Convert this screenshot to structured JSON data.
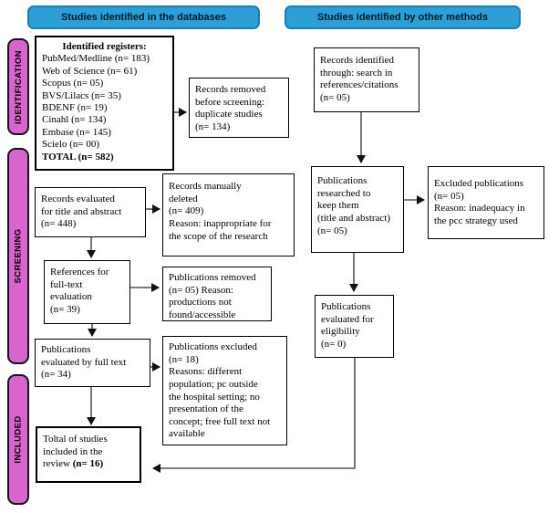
{
  "headers": {
    "databases": "Studies identified in the databases",
    "other_methods": "Studies identified by other methods"
  },
  "sidebar": {
    "identification": "IDENTIFICATION",
    "screening": "SCREENING",
    "included": "INCLUDED"
  },
  "colors": {
    "header_blue": "#2d9fd6",
    "header_blue_border": "#1b7fb2",
    "sidebar_pink": "#d964ce",
    "box_border": "#000000",
    "arrow": "#555555"
  },
  "boxes": {
    "registers": {
      "title": "Identified registers:",
      "lines": [
        "PubMed/Medline (n= 183)",
        "Web of Science (n= 61)",
        "Scopus (n= 05)",
        "BVS/Lilacs (n= 35)",
        "BDENF (n= 19)",
        "Cinahl (n= 134)",
        "Embase (n= 145)",
        "Scielo (n= 00)"
      ],
      "total": "TOTAL (n= 582)"
    },
    "records_removed": {
      "lines": [
        "Records removed",
        "before screening:",
        "duplicate studies",
        "(n= 134)"
      ]
    },
    "records_identified": {
      "lines": [
        "Records identified",
        "through: search in",
        "references/citations",
        "(n= 05)"
      ]
    },
    "records_evaluated": {
      "lines": [
        "Records evaluated",
        "for title and abstract",
        "(n= 448)"
      ]
    },
    "manually_deleted": {
      "lines": [
        "Records manually",
        "deleted",
        "(n= 409)",
        "Reason: inappropriate for",
        "the scope of the research"
      ]
    },
    "references_fulltext": {
      "lines": [
        "References for",
        "full-text",
        "evaluation",
        "(n= 39)"
      ]
    },
    "publications_removed": {
      "lines": [
        "Publications removed",
        "(n= 05) Reason:",
        "productions not",
        "found/accessible"
      ]
    },
    "evaluated_fulltext": {
      "lines": [
        "Publications",
        "evaluated by full text",
        "(n= 34)"
      ]
    },
    "publications_excluded": {
      "lines": [
        "Publications excluded",
        "(n= 18)",
        "Reasons: different",
        "population; pc outside",
        "the hospital setting; no",
        "presentation of the",
        "concept; free full text not",
        "available"
      ]
    },
    "total_included": {
      "lines": [
        "Toltal of studies",
        "included in the"
      ],
      "last_line_text": "review ",
      "last_line_bold": "(n= 16)"
    },
    "researched": {
      "lines": [
        "Publications",
        "researched to",
        "keep them",
        "(title and abstract)",
        "(n= 05)"
      ]
    },
    "excluded_publications": {
      "lines": [
        "Excluded publications",
        "(n= 05)",
        "Reason: inadequacy in",
        "the pcc strategy used"
      ]
    },
    "eligibility": {
      "lines": [
        "Publications",
        "evaluated for",
        "eligibility",
        "(n= 0)"
      ]
    }
  }
}
